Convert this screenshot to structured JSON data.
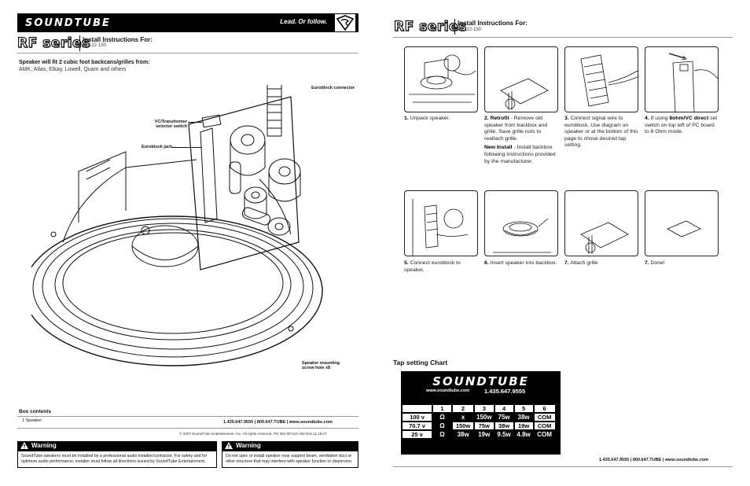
{
  "left_page": {
    "brand": "SOUNDTUBE",
    "tagline": "Lead. Or follow.",
    "series_title": "RF series",
    "install_title": "Install Instructions For:",
    "model_code": "RF122-150",
    "fit_heading": "Speaker will fit 2 cubic foot backcans/grilles from:",
    "fit_brands": "AMK, Atlas, Elkay, Lowell, Quam and others",
    "callouts": {
      "euroblock_connector": "Euroblock connector",
      "vc_transformer": [
        "VC/Transformer",
        "selector switch"
      ],
      "euroblock_jack": "Euroblock jack",
      "mounting": [
        "Speaker mounting",
        "screw hole x8"
      ]
    },
    "box_contents_heading": "Box contents",
    "box_contents_item": "1  Speaker",
    "contact": "1.435.647.9555  |  800.647.TUBE  |  www.soundtube.com",
    "copyright": "© 2007 SoundTube Entertainment, Inc. All rights reserved.   PN INS-RF122-150 Rev.11.16.07",
    "warning1_title": "Warning",
    "warning1_text": "SoundTube speakers must be installed by a professional audio installer/contractor. For safety and for optimum audio performance, installer must follow all directions issued by SoundTube Entertainment.",
    "warning2_title": "Warning",
    "warning2_text": "Do not spec or install speaker near support beam, ventilation duct or other structure that may interfere with speaker function or dispersion."
  },
  "right_page": {
    "series_title": "RF series",
    "install_title": "Install Instructions For:",
    "model_code": "RF122-150",
    "steps": [
      {
        "num": "1.",
        "bold": "",
        "text": "Unpack speaker."
      },
      {
        "num": "2.",
        "bold": "Retrofit",
        "text": " - Remove old speaker from backbox and grille. Save grille nuts to reattach grille.",
        "extra_bold": "New Install",
        "extra_text": " - Install backbox following instructions provided by the manufacturer."
      },
      {
        "num": "3.",
        "bold": "",
        "text": "Connect signal wire to euroblock. Use diagram on speaker or at the bottom of this page to chose desired tap setting."
      },
      {
        "num": "4.",
        "pre": "If using ",
        "bold": "8ohm/VC direct",
        "text": " set switch on top left of PC board to 8 Ohm mode."
      },
      {
        "num": "5.",
        "bold": "",
        "text": "Connect euroblock to speaker."
      },
      {
        "num": "6.",
        "bold": "",
        "text": "Insert speaker into backbox."
      },
      {
        "num": "7.",
        "bold": "",
        "text": "Attach grille"
      },
      {
        "num": "7.",
        "bold": "",
        "text": "Done!"
      }
    ],
    "tap_heading": "Tap setting Chart",
    "chart_brand": "SOUNDTUBE",
    "chart_url": "www.soundtube.com",
    "chart_phone": "1.435.647.9555",
    "tap_table": {
      "columns": [
        "",
        "1",
        "2",
        "3",
        "4",
        "5",
        "6"
      ],
      "rows": [
        [
          "100 v",
          "Ω",
          "x",
          "150w",
          "75w",
          "38w",
          "COM"
        ],
        [
          "70.7 v",
          "Ω",
          "150w",
          "75w",
          "38w",
          "19w",
          "COM"
        ],
        [
          "25 v",
          "Ω",
          "38w",
          "19w",
          "9.5w",
          "4.8w",
          "COM"
        ]
      ]
    },
    "contact": "1.435.647.9555  |  800.647.TUBE  |  www.soundtube.com"
  }
}
